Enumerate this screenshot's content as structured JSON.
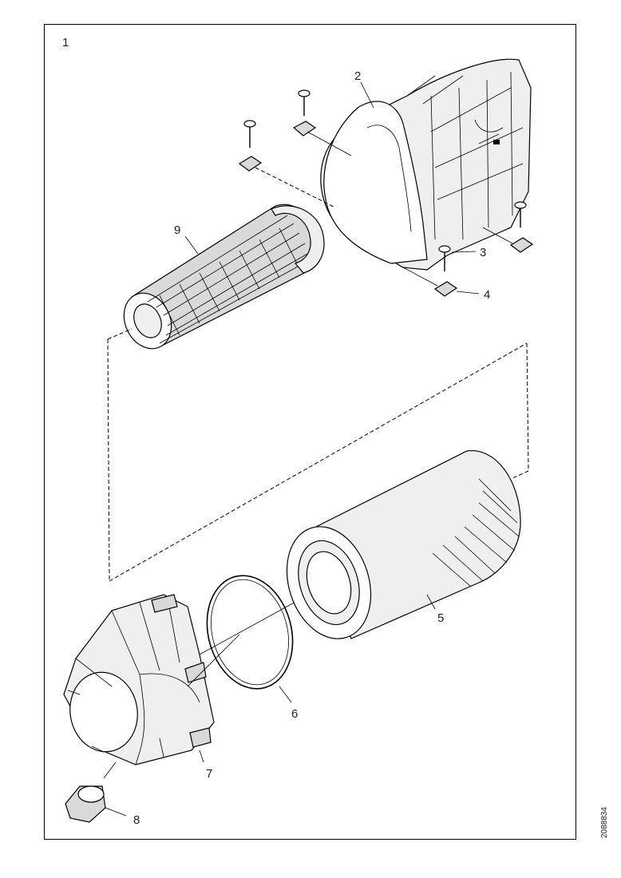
{
  "figure_number": "1",
  "reference_code": "2088834",
  "callouts": [
    {
      "id": "c2",
      "text": "2"
    },
    {
      "id": "c3",
      "text": "3"
    },
    {
      "id": "c4",
      "text": "4"
    },
    {
      "id": "c5",
      "text": "5"
    },
    {
      "id": "c6",
      "text": "6"
    },
    {
      "id": "c7",
      "text": "7"
    },
    {
      "id": "c8",
      "text": "8"
    },
    {
      "id": "c9",
      "text": "9"
    }
  ],
  "parts": {
    "housing": "2",
    "bolt": "3",
    "clip_nut": "4",
    "main_filter_element": "5",
    "seal_ring": "6",
    "end_cover": "7",
    "dust_valve": "8",
    "safety_element": "9"
  }
}
